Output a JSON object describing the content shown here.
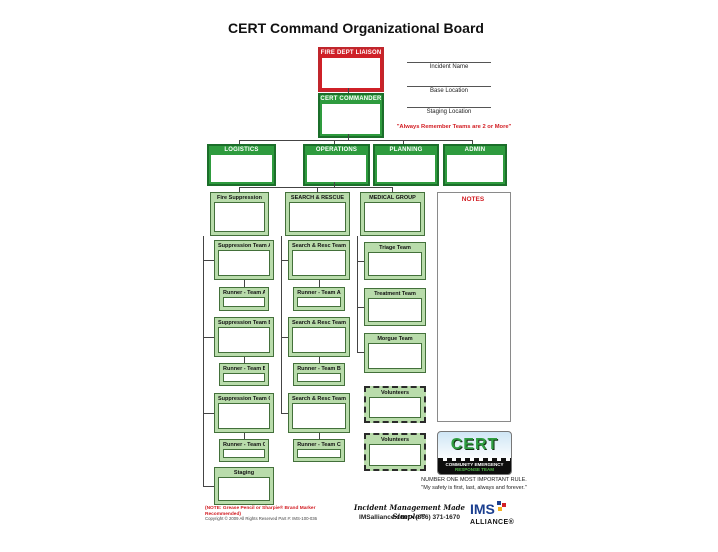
{
  "title": "CERT Command Organizational Board",
  "colors": {
    "accent_green_dark": "#1b6e2a",
    "accent_green": "#2e9b3e",
    "accent_green_light": "#b9dcab",
    "accent_red": "#cf2027",
    "note_red": "#d21c22"
  },
  "top_boxes": {
    "liaison": "FIRE DEPT LIAISON",
    "commander": "CERT COMMANDER"
  },
  "fields": [
    {
      "label": "Incident Name"
    },
    {
      "label": "Base Location"
    },
    {
      "label": "Staging Location"
    }
  ],
  "reminder": "\"Always Remember Teams are 2 or More\"",
  "sections": [
    "LOGISTICS",
    "OPERATIONS",
    "PLANNING",
    "ADMIN"
  ],
  "groups": [
    "Fire Suppression",
    "SEARCH & RESCUE",
    "MEDICAL GROUP"
  ],
  "notes_label": "NOTES",
  "columns": {
    "fire": [
      "Suppression Team A",
      "Runner - Team A",
      "Suppression Team B",
      "Runner - Team B",
      "Suppression Team C",
      "Runner - Team C",
      "Staging"
    ],
    "search": [
      "Search & Resc Team A",
      "Runner - Team A",
      "Search & Resc Team B",
      "Runner - Team B",
      "Search & Resc Team C",
      "Runner - Team C"
    ],
    "medical": [
      "Triage Team",
      "Treatment Team",
      "Morgue Team",
      "Volunteers",
      "Volunteers"
    ]
  },
  "cert_logo": {
    "word": "CERT",
    "line1": "COMMUNITY EMERGENCY",
    "line2": "RESPONSE TEAM"
  },
  "rule": {
    "line1": "NUMBER ONE MOST IMPORTANT RULE.",
    "line2": "\"My safety is first, last, always and forever.\""
  },
  "footer": {
    "note": "(NOTE: Grease Pencil or Sharpie® Brand Marker Recommended)",
    "copyright": "Copyright © 2009    All Rights Reserved    Part #: IMS-100-036",
    "tagline": "Incident Management Made Simple™",
    "contact": "IMSalliance.com • (866) 371-1670",
    "ims": "IMS",
    "alliance": "ALLIANCE®"
  }
}
